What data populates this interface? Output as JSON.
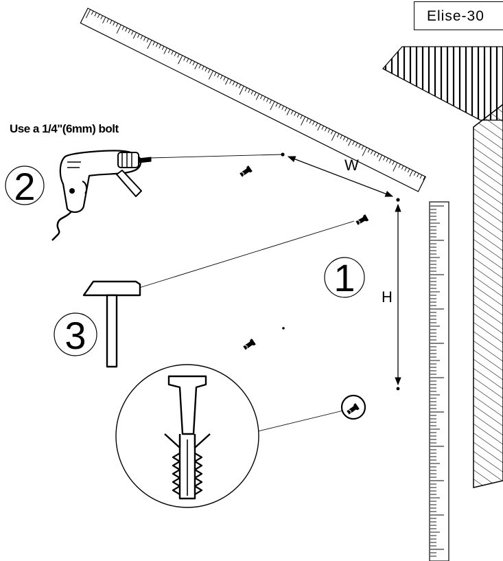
{
  "header": {
    "model": "Elise-30"
  },
  "note": {
    "bolt": "Use a 1/4\"(6mm) bolt"
  },
  "steps": [
    {
      "number": "1",
      "tool": "measure"
    },
    {
      "number": "2",
      "tool": "drill"
    },
    {
      "number": "3",
      "tool": "hammer"
    }
  ],
  "dimensions": {
    "width": "W",
    "height": "H"
  },
  "icons": [
    "ruler-icon",
    "drill-icon",
    "hammer-icon",
    "wall-anchor-icon",
    "wall-icon"
  ]
}
